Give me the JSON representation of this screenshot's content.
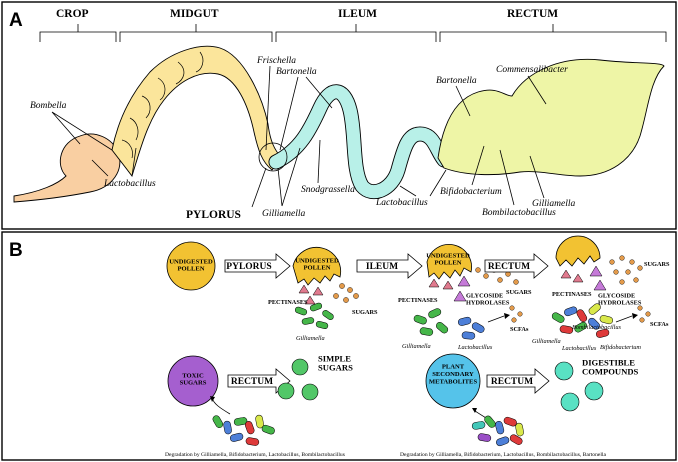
{
  "panel_a": {
    "letter": "A",
    "segments": {
      "crop": "CROP",
      "midgut": "MIDGUT",
      "ileum": "ILEUM",
      "rectum": "RECTUM"
    },
    "pylorus": "PYLORUS",
    "labels": {
      "bombella": "Bombella",
      "lactobacillus_crop": "Lactobacillus",
      "frischella": "Frischella",
      "bartonella_ileum": "Bartonella",
      "gilliamella_ileum": "Gilliamella",
      "snodgrassella": "Snodgrassella",
      "lactobacillus_ileum": "Lactobacillus",
      "bartonella_rectum": "Bartonella",
      "commensalibacter": "Commensalibacter",
      "bifidobacterium": "Bifidobacterium",
      "gilliamella_rectum": "Gilliamella",
      "bombilactobacillus": "Bombilactobacillus"
    },
    "colors": {
      "crop": "#f9cfa2",
      "midgut": "#fbe59b",
      "ileum": "#b8f0e8",
      "rectum": "#eef5a6"
    }
  },
  "panel_b": {
    "letter": "B",
    "stage1_pollen": "UNDIGESTED\nPOLLEN",
    "arrow_pylorus": "PYLORUS",
    "stage2_pollen": "UNDIGESTED\nPOLLEN",
    "arrow_ileum": "ILEUM",
    "stage3_pollen": "UNDIGESTED\nPOLLEN",
    "arrow_rectum1": "RECTUM",
    "pectinases": "PECTINASES",
    "sugars": "SUGARS",
    "glycoside_hydrolases": "GLYCOSIDE\nHYDROLASES",
    "scfas": "SCFAs",
    "gilliamella": "Gilliamella",
    "lactobacillus": "Lactobacillus",
    "bombilactobacillus": "Bombilactobacillus",
    "bifidobacterium": "Bifidobacterium",
    "toxic_sugars": "TOXIC\nSUGARS",
    "arrow_rectum2": "RECTUM",
    "simple_sugars": "SIMPLE\nSUGARS",
    "degradation_left": "Degradation by Gilliamella, Bifidobacterium, Lactobacillus, Bombilactobacillus",
    "plant_metabolites": "PLANT\nSECONDARY\nMETABOLITES",
    "arrow_rectum3": "RECTUM",
    "digestible_compounds": "DIGESTIBLE\nCOMPOUNDS",
    "degradation_right": "Degradation by Gilliamella, Bifidobacterium, Lactobacillus, Bombilactobacillus, Bartonella",
    "colors": {
      "pollen": "#f2c232",
      "pectinase": "#e07a8e",
      "hydrolase": "#c57ad8",
      "sugar": "#e39a4a",
      "toxic": "#a55fcf",
      "simple": "#52c768",
      "plant": "#55c3ea",
      "digestible": "#59e1c3",
      "bact_green": "#45b649",
      "bact_blue": "#4d7fd8",
      "bact_red": "#de3a3a",
      "bact_yellow": "#d9e84b",
      "bact_purple": "#9a4fc7",
      "bact_teal": "#42c7b8"
    }
  }
}
